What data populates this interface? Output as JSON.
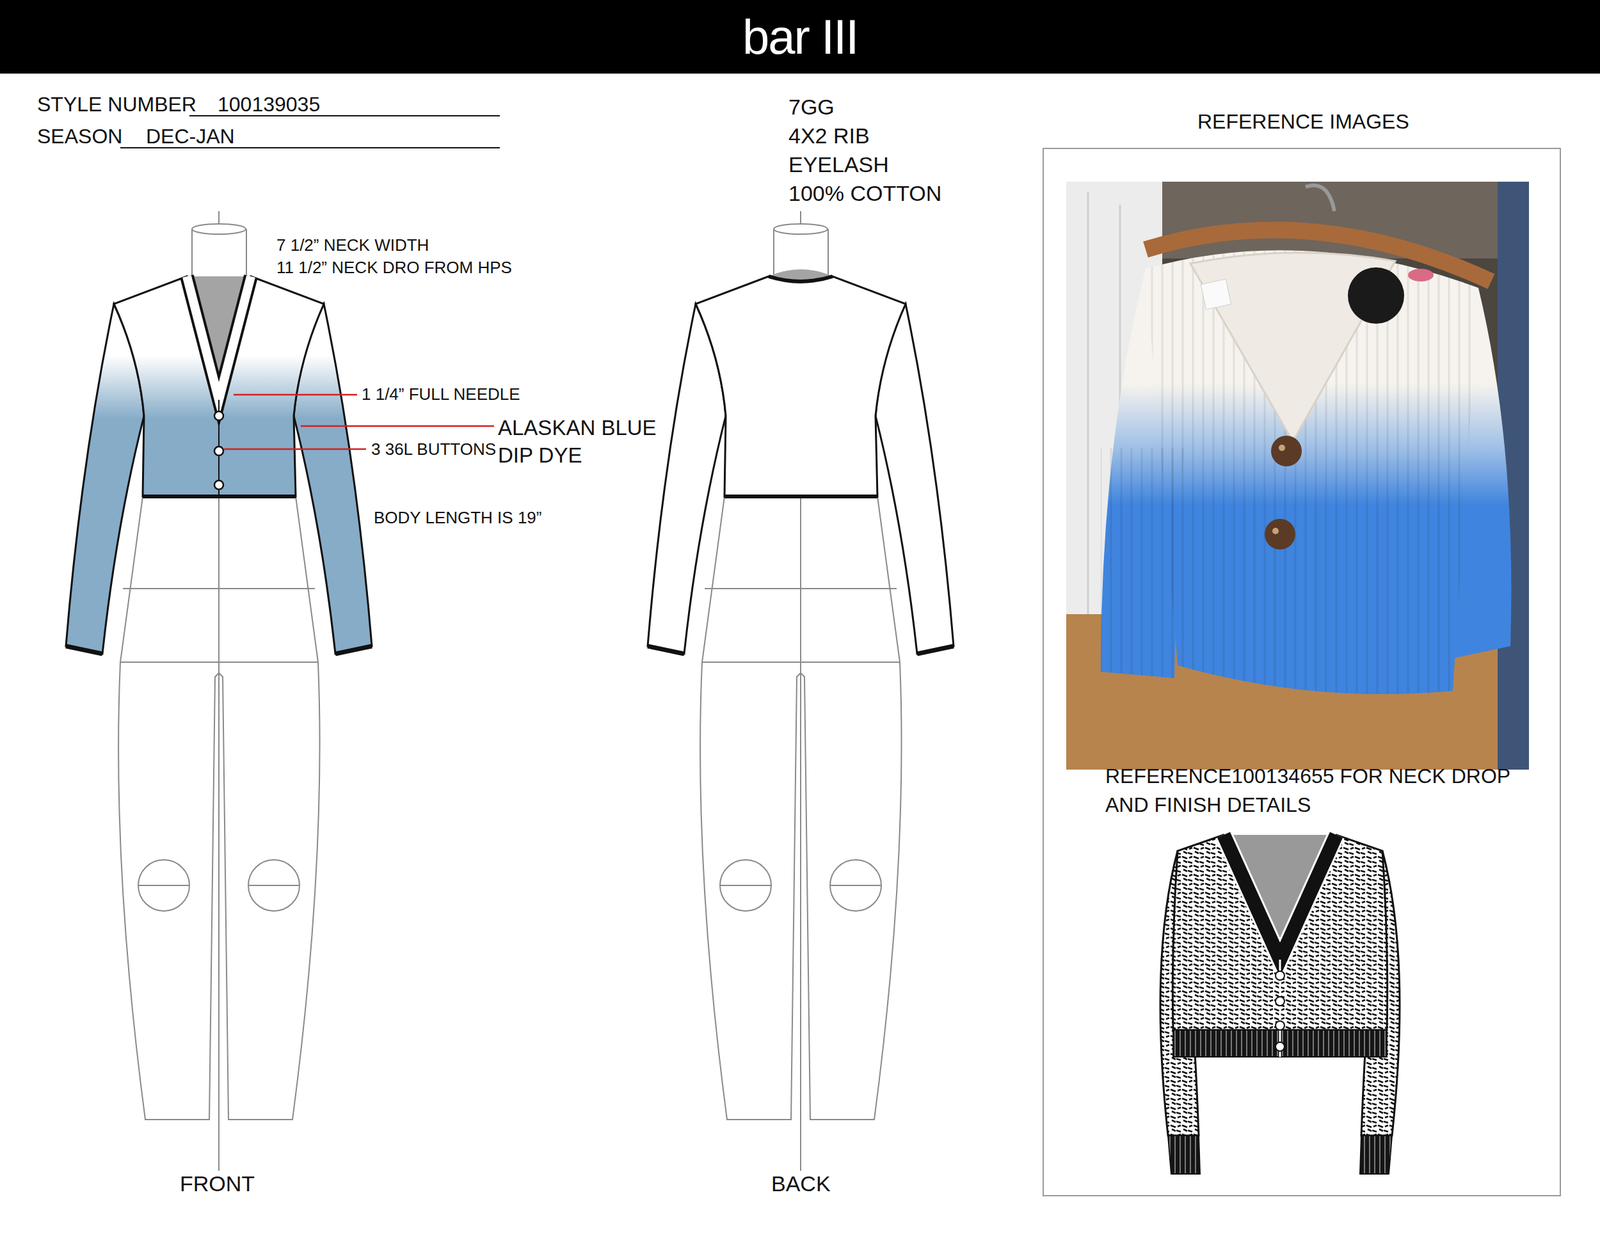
{
  "diagram": {
    "title": "bar III",
    "nodes": [
      {
        "text": [
          "REFERENCE IMAGES",
          "REFERENCE100134655 FOR NECK DROP AND FINISH DETAILS"
        ]
      }
    ],
    "labels": [
      "STYLE NUMBER",
      "100139035",
      "SEASON",
      "DEC-JAN",
      "7GG",
      "4X2 RIB",
      "EYELASH",
      "100% COTTON",
      "7 1/2” NECK WIDTH",
      "11 1/2” NECK DRO FROM HPS",
      "1 1/4” FULL NEEDLE",
      "ALASKAN BLUE DIP DYE",
      "3 36L BUTTONS",
      "BODY LENGTH IS 19”",
      "FRONT",
      "BACK"
    ]
  }
}
